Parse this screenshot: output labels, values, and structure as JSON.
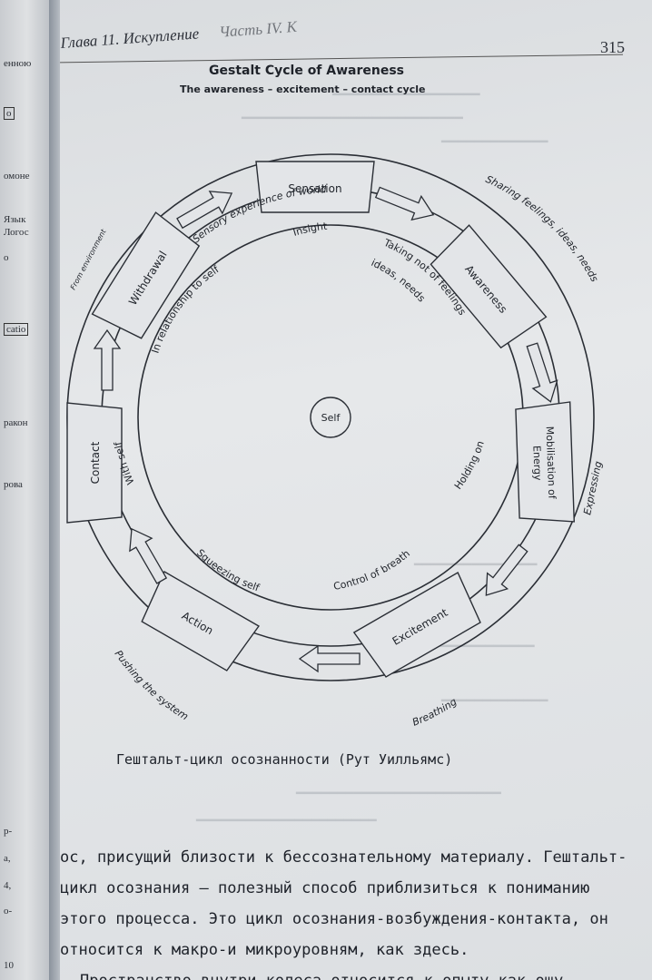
{
  "left_page": {
    "fragments": [
      "енною",
      "о",
      "омоне",
      "Язык",
      "Логос",
      "о",
      "catio",
      "ракон",
      "рова",
      "р-",
      "а,",
      "4,",
      "о-",
      "10"
    ]
  },
  "page": {
    "running_head": "Глава 11. Искупление",
    "running_head_right": "Часть IV. К",
    "page_number": "315"
  },
  "figure": {
    "title": "Gestalt Cycle of Awareness",
    "subtitle": "The awareness – excitement – contact cycle",
    "outer_labels": {
      "sensory": "Sensory experience of world",
      "sharing": "Sharing feelings, ideas, needs",
      "expressing": "Expressing",
      "breathing": "Breathing",
      "pushing": "Pushing the system",
      "from_environment": "From environment"
    },
    "stages": {
      "sensation": "Sensation",
      "awareness": "Awareness",
      "mobilisation_1": "Mobilisation of",
      "mobilisation_2": "Energy",
      "excitement": "Excitement",
      "action": "Action",
      "contact": "Contact",
      "withdrawal": "Withdrawal"
    },
    "inner_labels": {
      "insight": "Insight",
      "taking_note_1": "Taking not of feelings",
      "taking_note_2": "ideas, needs",
      "holding_on": "Holding on",
      "control_of_breath": "Control of breath",
      "squeezing_self": "Squeezing self",
      "with_self": "With self",
      "in_relationship": "In relationship to self"
    },
    "center": "Self"
  },
  "caption": "Гештальт-цикл осознанности (Рут Уилльямс)",
  "body": {
    "lines": [
      "ос, присущий близости к бессознательному материалу. Гештальт-",
      "цикл осознания — полезный способ приблизиться к пониманию",
      "этого процесса. Это цикл осознания-возбуждения-контакта, он",
      "относится к макро-и микроуровням, как здесь."
    ],
    "next_paragraph": "Пространство внутри колеса относится к опыту как ощу-"
  }
}
